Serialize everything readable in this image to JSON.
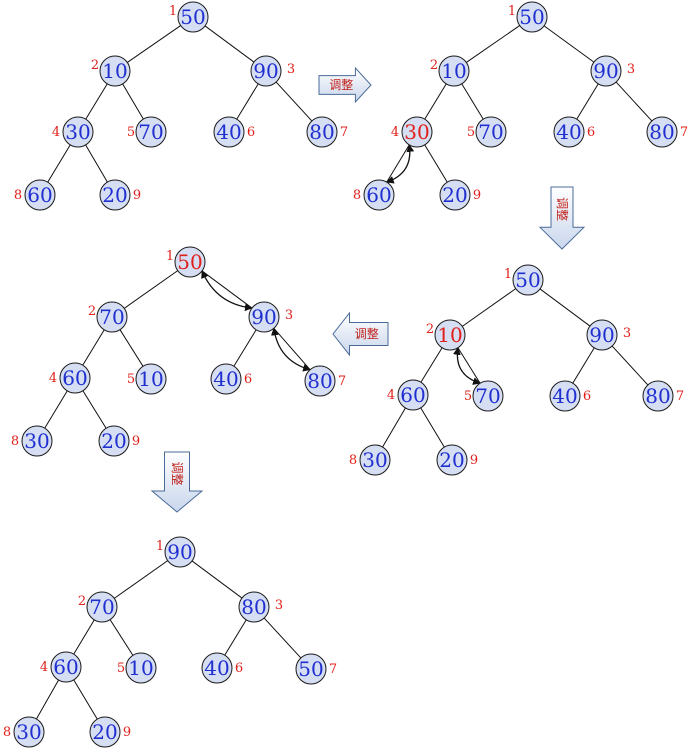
{
  "step_label": "调整",
  "colors": {
    "node_fill": "#d6def4",
    "value_text": "#1f2fd0",
    "highlight_text": "#e0201a",
    "index_text": "#e0201a"
  },
  "trees": [
    {
      "id": "tree1",
      "nodes": [
        {
          "i": "1",
          "v": "50"
        },
        {
          "i": "2",
          "v": "10"
        },
        {
          "i": "3",
          "v": "90"
        },
        {
          "i": "4",
          "v": "30"
        },
        {
          "i": "5",
          "v": "70"
        },
        {
          "i": "6",
          "v": "40"
        },
        {
          "i": "7",
          "v": "80"
        },
        {
          "i": "8",
          "v": "60"
        },
        {
          "i": "9",
          "v": "20"
        }
      ],
      "highlight": [],
      "swaps": []
    },
    {
      "id": "tree2",
      "nodes": [
        {
          "i": "1",
          "v": "50"
        },
        {
          "i": "2",
          "v": "10"
        },
        {
          "i": "3",
          "v": "90"
        },
        {
          "i": "4",
          "v": "30"
        },
        {
          "i": "5",
          "v": "70"
        },
        {
          "i": "6",
          "v": "40"
        },
        {
          "i": "7",
          "v": "80"
        },
        {
          "i": "8",
          "v": "60"
        },
        {
          "i": "9",
          "v": "20"
        }
      ],
      "highlight": [
        "4"
      ],
      "swaps": [
        [
          "4",
          "8"
        ]
      ]
    },
    {
      "id": "tree3",
      "nodes": [
        {
          "i": "1",
          "v": "50"
        },
        {
          "i": "2",
          "v": "10"
        },
        {
          "i": "3",
          "v": "90"
        },
        {
          "i": "4",
          "v": "60"
        },
        {
          "i": "5",
          "v": "70"
        },
        {
          "i": "6",
          "v": "40"
        },
        {
          "i": "7",
          "v": "80"
        },
        {
          "i": "8",
          "v": "30"
        },
        {
          "i": "9",
          "v": "20"
        }
      ],
      "highlight": [
        "2"
      ],
      "swaps": [
        [
          "2",
          "5"
        ]
      ]
    },
    {
      "id": "tree4",
      "nodes": [
        {
          "i": "1",
          "v": "50"
        },
        {
          "i": "2",
          "v": "70"
        },
        {
          "i": "3",
          "v": "90"
        },
        {
          "i": "4",
          "v": "60"
        },
        {
          "i": "5",
          "v": "10"
        },
        {
          "i": "6",
          "v": "40"
        },
        {
          "i": "7",
          "v": "80"
        },
        {
          "i": "8",
          "v": "30"
        },
        {
          "i": "9",
          "v": "20"
        }
      ],
      "highlight": [
        "1"
      ],
      "swaps": [
        [
          "1",
          "3"
        ],
        [
          "3",
          "7"
        ]
      ]
    },
    {
      "id": "tree5",
      "nodes": [
        {
          "i": "1",
          "v": "90"
        },
        {
          "i": "2",
          "v": "70"
        },
        {
          "i": "3",
          "v": "80"
        },
        {
          "i": "4",
          "v": "60"
        },
        {
          "i": "5",
          "v": "10"
        },
        {
          "i": "6",
          "v": "40"
        },
        {
          "i": "7",
          "v": "50"
        },
        {
          "i": "8",
          "v": "30"
        },
        {
          "i": "9",
          "v": "20"
        }
      ],
      "highlight": [],
      "swaps": []
    }
  ],
  "arrows": [
    {
      "id": "a1",
      "dir": "right",
      "label": "调整"
    },
    {
      "id": "a2",
      "dir": "down",
      "label": "调整"
    },
    {
      "id": "a3",
      "dir": "left",
      "label": "调整"
    },
    {
      "id": "a4",
      "dir": "down",
      "label": "调整"
    }
  ]
}
